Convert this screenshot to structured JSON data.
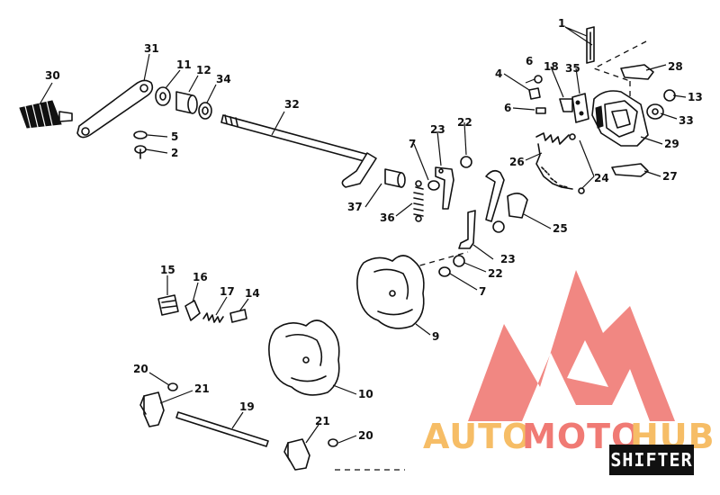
{
  "diagram": {
    "callouts": [
      "1",
      "28",
      "13",
      "33",
      "29",
      "27",
      "24",
      "25",
      "26",
      "35",
      "18",
      "4",
      "6",
      "6",
      "23",
      "22",
      "7",
      "23",
      "22",
      "7",
      "9",
      "10",
      "32",
      "37",
      "36",
      "30",
      "31",
      "11",
      "12",
      "34",
      "5",
      "2",
      "15",
      "16",
      "17",
      "14",
      "20",
      "21",
      "19",
      "21",
      "20"
    ],
    "badge": "SHIFTER",
    "watermark": {
      "part1": "AUTO",
      "part2": "MOTO",
      "part3": "HUB",
      "color_red": "#f07a74",
      "color_orange": "#f6bd66"
    }
  }
}
